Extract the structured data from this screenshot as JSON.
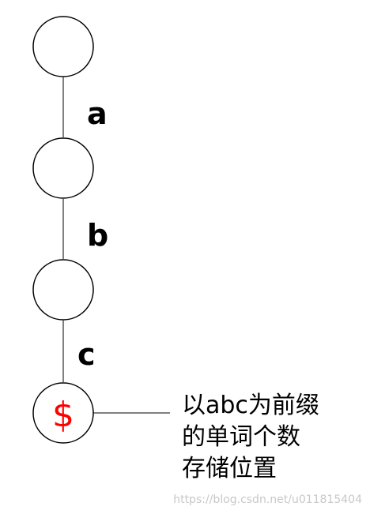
{
  "trie": {
    "edges": [
      {
        "label": "a"
      },
      {
        "label": "b"
      },
      {
        "label": "c"
      }
    ],
    "terminal": {
      "symbol": "$",
      "symbol_color": "#ff0000"
    },
    "note": {
      "lines": [
        "以abc为前缀",
        "的单词个数",
        "存储位置"
      ]
    }
  },
  "watermark": "https://blog.csdn.net/u011815404",
  "colors": {
    "stroke": "#000000",
    "background": "#ffffff",
    "watermark": "#c8c8c8"
  }
}
